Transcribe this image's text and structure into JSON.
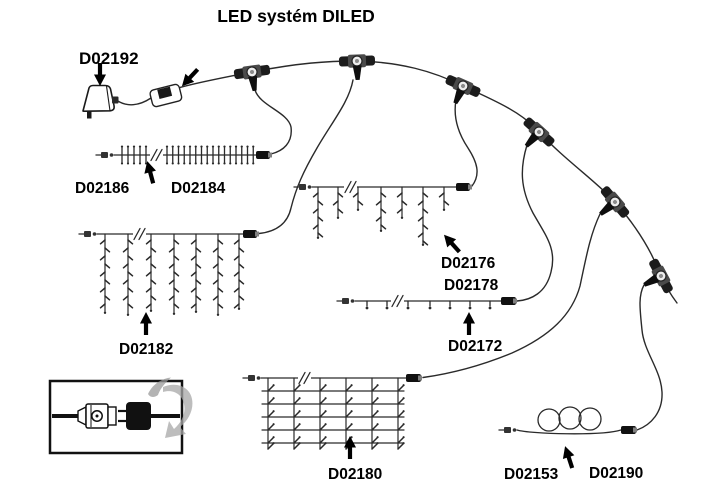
{
  "title": "LED systém DILED",
  "labels": {
    "adapter": "D02192",
    "garland_left": "D02186",
    "garland_right": "D02184",
    "icicle_top": "D02176",
    "icicle_bottom": "D02178",
    "curtain": "D02182",
    "string": "D02172",
    "net": "D02180",
    "coil_left": "D02153",
    "coil_right": "D02190"
  }
}
